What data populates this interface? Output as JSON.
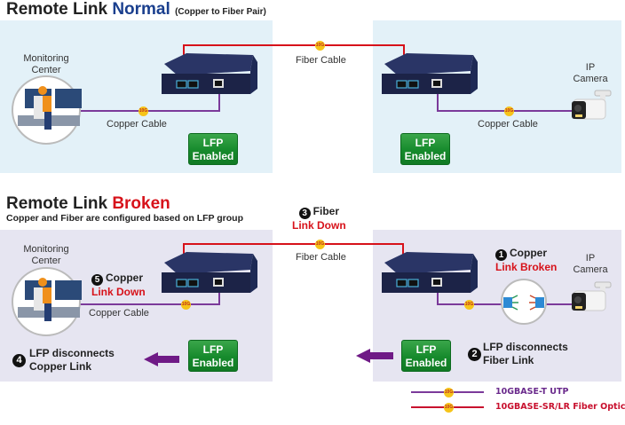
{
  "normal": {
    "title_prefix": "Remote Link ",
    "title_highlight": "Normal",
    "title_note": "(Copper to Fiber Pair)",
    "monitoring_label_1": "Monitoring",
    "monitoring_label_2": "Center",
    "camera_label_1": "IP",
    "camera_label_2": "Camera",
    "fiber_label": "Fiber Cable",
    "copper_left_label": "Copper Cable",
    "copper_right_label": "Copper Cable",
    "lfp_left": {
      "line1": "LFP",
      "line2": "Enabled"
    },
    "lfp_right": {
      "line1": "LFP",
      "line2": "Enabled"
    },
    "badge": "10G"
  },
  "broken": {
    "title_prefix": "Remote Link ",
    "title_highlight": "Broken",
    "subtitle": "Copper and Fiber are configured based on LFP group",
    "monitoring_label_1": "Monitoring",
    "monitoring_label_2": "Center",
    "camera_label_1": "IP",
    "camera_label_2": "Camera",
    "fiber_label": "Fiber Cable",
    "copper_left_label": "Copper Cable",
    "lfp_left": {
      "line1": "LFP",
      "line2": "Enabled"
    },
    "lfp_right": {
      "line1": "LFP",
      "line2": "Enabled"
    },
    "badge": "10G",
    "steps": [
      {
        "num": "1",
        "line1": "Copper",
        "line2": "Link Broken"
      },
      {
        "num": "2",
        "line1": "LFP disconnects",
        "line2": "Fiber Link"
      },
      {
        "num": "3",
        "line1": "Fiber",
        "line2": "Link Down"
      },
      {
        "num": "4",
        "line1": "LFP disconnects",
        "line2": "Copper Link"
      },
      {
        "num": "5",
        "line1": "Copper",
        "line2": "Link Down"
      }
    ]
  },
  "legend": [
    {
      "label": "10GBASE-T UTP",
      "color": "#6a2a8c",
      "badge": "10G"
    },
    {
      "label": "10GBASE-SR/LR Fiber Optic",
      "color": "#c8102e",
      "badge": "10G"
    }
  ],
  "colors": {
    "fiber": "#d7121a",
    "copper": "#7b3a9a",
    "arrow": "#6f1a86",
    "normal_accent": "#1a3f8e",
    "broken_accent": "#d7121a"
  }
}
